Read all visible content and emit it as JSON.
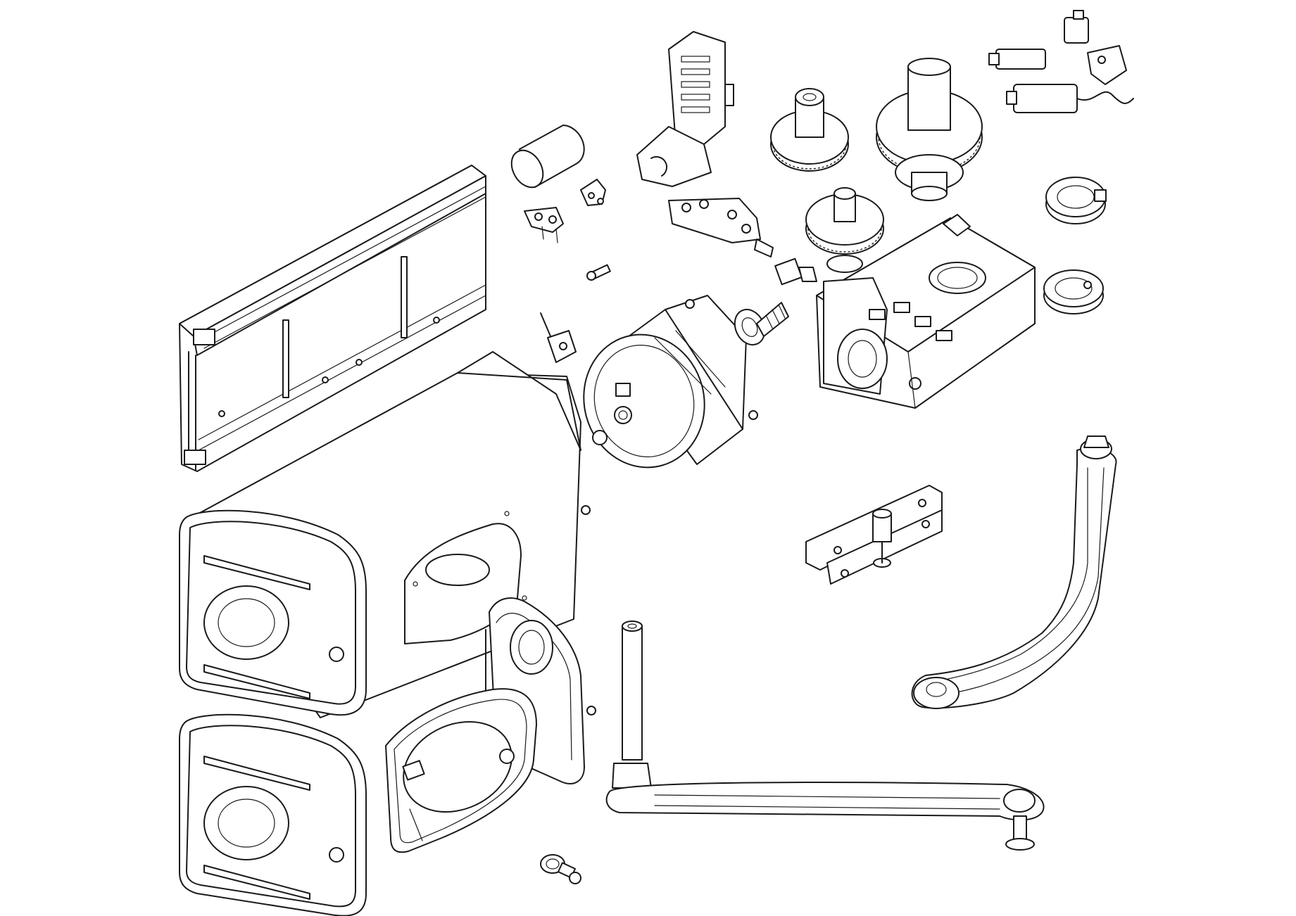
{
  "figure": {
    "kind": "exploded-parts-drawing",
    "line_color": "#1a1a1a",
    "background": "#ffffff"
  },
  "parts": [
    {
      "id": "mounting-rail"
    },
    {
      "id": "capacitor"
    },
    {
      "id": "cable-clamp"
    },
    {
      "id": "small-bracket"
    },
    {
      "id": "cam-pin"
    },
    {
      "id": "release-lever"
    },
    {
      "id": "terminal-board"
    },
    {
      "id": "limit-switch-assembly"
    },
    {
      "id": "motor"
    },
    {
      "id": "worm-screw"
    },
    {
      "id": "shaft-coupling"
    },
    {
      "id": "gear-small"
    },
    {
      "id": "gear-large"
    },
    {
      "id": "gear-intermediate"
    },
    {
      "id": "electrical-connectors"
    },
    {
      "id": "cam-ring-upper"
    },
    {
      "id": "cam-ring-lower"
    },
    {
      "id": "gearbox-housing"
    },
    {
      "id": "main-cover"
    },
    {
      "id": "lower-cover"
    },
    {
      "id": "side-cover"
    },
    {
      "id": "release-door"
    },
    {
      "id": "key-lock"
    },
    {
      "id": "fixing-bracket"
    },
    {
      "id": "curved-arm"
    },
    {
      "id": "straight-arm"
    }
  ]
}
